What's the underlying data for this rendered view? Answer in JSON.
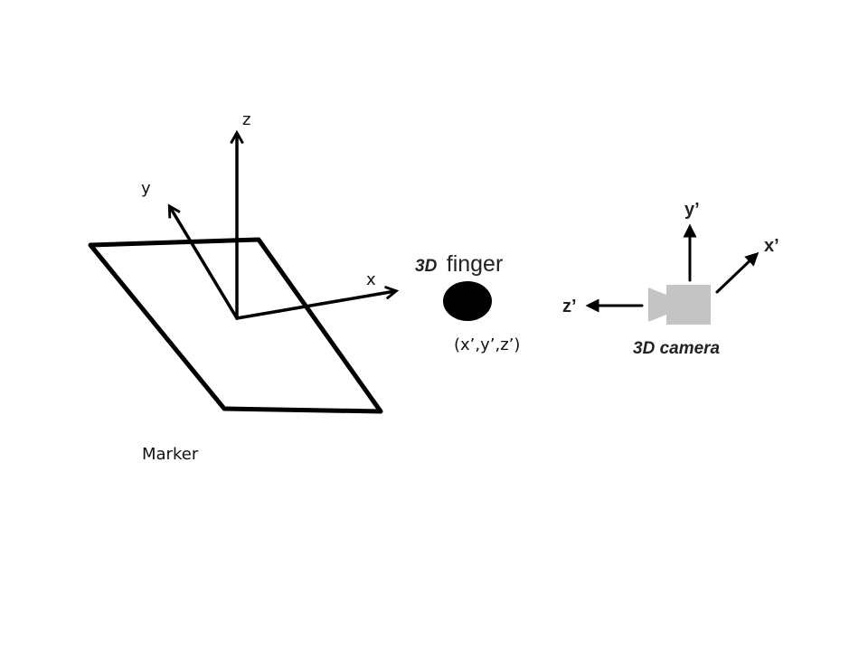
{
  "marker_frame": {
    "axis_z": "z",
    "axis_y": "y",
    "axis_x": "x",
    "caption": "Marker"
  },
  "finger": {
    "label_prefix": "3D",
    "label_word": "finger",
    "coords": "(x’,y’,z’)"
  },
  "camera": {
    "axis_y": "y’",
    "axis_x": "x’",
    "axis_z": "z’",
    "label": "3D camera"
  },
  "colors": {
    "line": "#000000",
    "camera_body": "#c4c4c4",
    "dot": "#000000"
  },
  "icons": {
    "finger_point": "filled-ellipse",
    "camera": "camera-icon"
  }
}
